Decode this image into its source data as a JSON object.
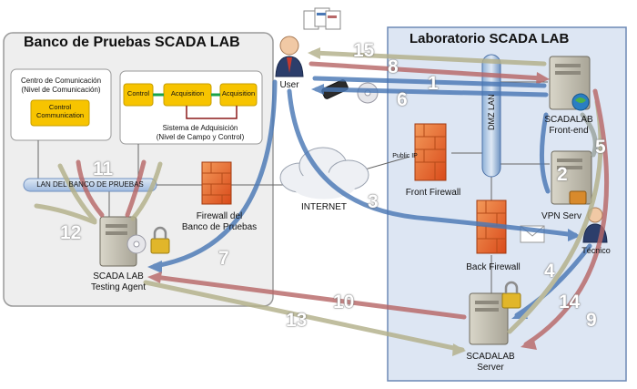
{
  "panels": {
    "left_title": "Banco de Pruebas SCADA LAB",
    "right_title": "Laboratorio SCADA LAB"
  },
  "comm_center": {
    "title_line1": "Centro de Comunicación",
    "title_line2": "(Nivel de Comunicación)",
    "box_line1": "Control",
    "box_line2": "Communication"
  },
  "acq_system": {
    "box_control": "Control",
    "box_acq1": "Acquisition",
    "box_acq2": "Acquisition",
    "title_line1": "Sistema de Adquisición",
    "title_line2": "(Nivel de Campo y Control)"
  },
  "nodes": {
    "lan_bar": "LAN DEL BANCO DE PRUEBAS",
    "testbed_firewall_line1": "Firewall del",
    "testbed_firewall_line2": "Banco de Pruebas",
    "testing_agent_line1": "SCADA LAB",
    "testing_agent_line2": "Testing Agent",
    "user": "User",
    "internet": "INTERNET",
    "public_ip": "Public IP",
    "dmz_lan": "DMZ LAN",
    "front_firewall": "Front Firewall",
    "back_firewall": "Back Firewall",
    "frontend_line1": "SCADALAB",
    "frontend_line2": "Front-end",
    "vpn_server": "VPN Serv",
    "tecnico": "Técnico",
    "server_line1": "SCADALAB",
    "server_line2": "Server"
  },
  "flow_numbers": [
    "1",
    "2",
    "3",
    "4",
    "5",
    "6",
    "7",
    "8",
    "9",
    "10",
    "11",
    "12",
    "13",
    "14",
    "15"
  ],
  "colors": {
    "blue_arrow": "#4a78b5",
    "red_arrow": "#b86868",
    "olive_arrow": "#b3b08a",
    "gray_arrow": "#9aa49e",
    "left_panel_bg": "#eeeeee",
    "right_panel_bg": "#dde6f3",
    "firewall": "#e8622a",
    "yellow_box": "#f7c400"
  }
}
